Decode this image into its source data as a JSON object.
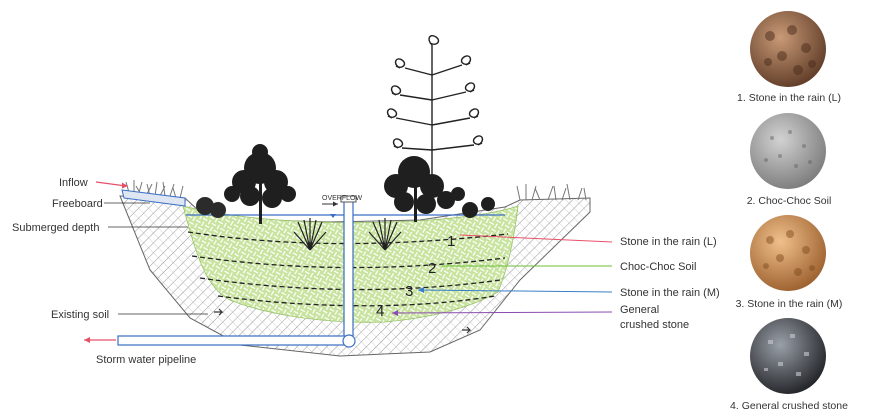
{
  "diagram": {
    "overflow_label": "OVERFLOW",
    "left_labels": {
      "inflow": "Inflow",
      "freeboard": "Freeboard",
      "submerged_depth": "Submerged depth",
      "existing_soil": "Existing soil",
      "storm_pipe": "Storm water pipeline"
    },
    "layer_numbers": [
      "1",
      "2",
      "3",
      "4"
    ],
    "right_labels": {
      "stone_l": "Stone in the rain (L)",
      "choc_soil": "Choc-Choc Soil",
      "stone_m": "Stone in the rain (M)",
      "crushed_line1": "General",
      "crushed_line2": "crushed stone"
    },
    "leader_colors": {
      "stone_l": "#e8506a",
      "choc_soil": "#6fbf3a",
      "stone_m": "#3a7ec8",
      "crushed": "#8a4cb0",
      "inflow": "#e8506a",
      "pipe": "#3a6fc4"
    }
  },
  "materials": [
    {
      "caption": "1. Stone in the rain (L)",
      "color": "#8a5a3c"
    },
    {
      "caption": "2. Choc-Choc Soil",
      "color": "#a7a7a7"
    },
    {
      "caption": "3. Stone in the rain (M)",
      "color": "#c8884a"
    },
    {
      "caption": "4. General crushed stone",
      "color": "#4a4e55"
    }
  ]
}
